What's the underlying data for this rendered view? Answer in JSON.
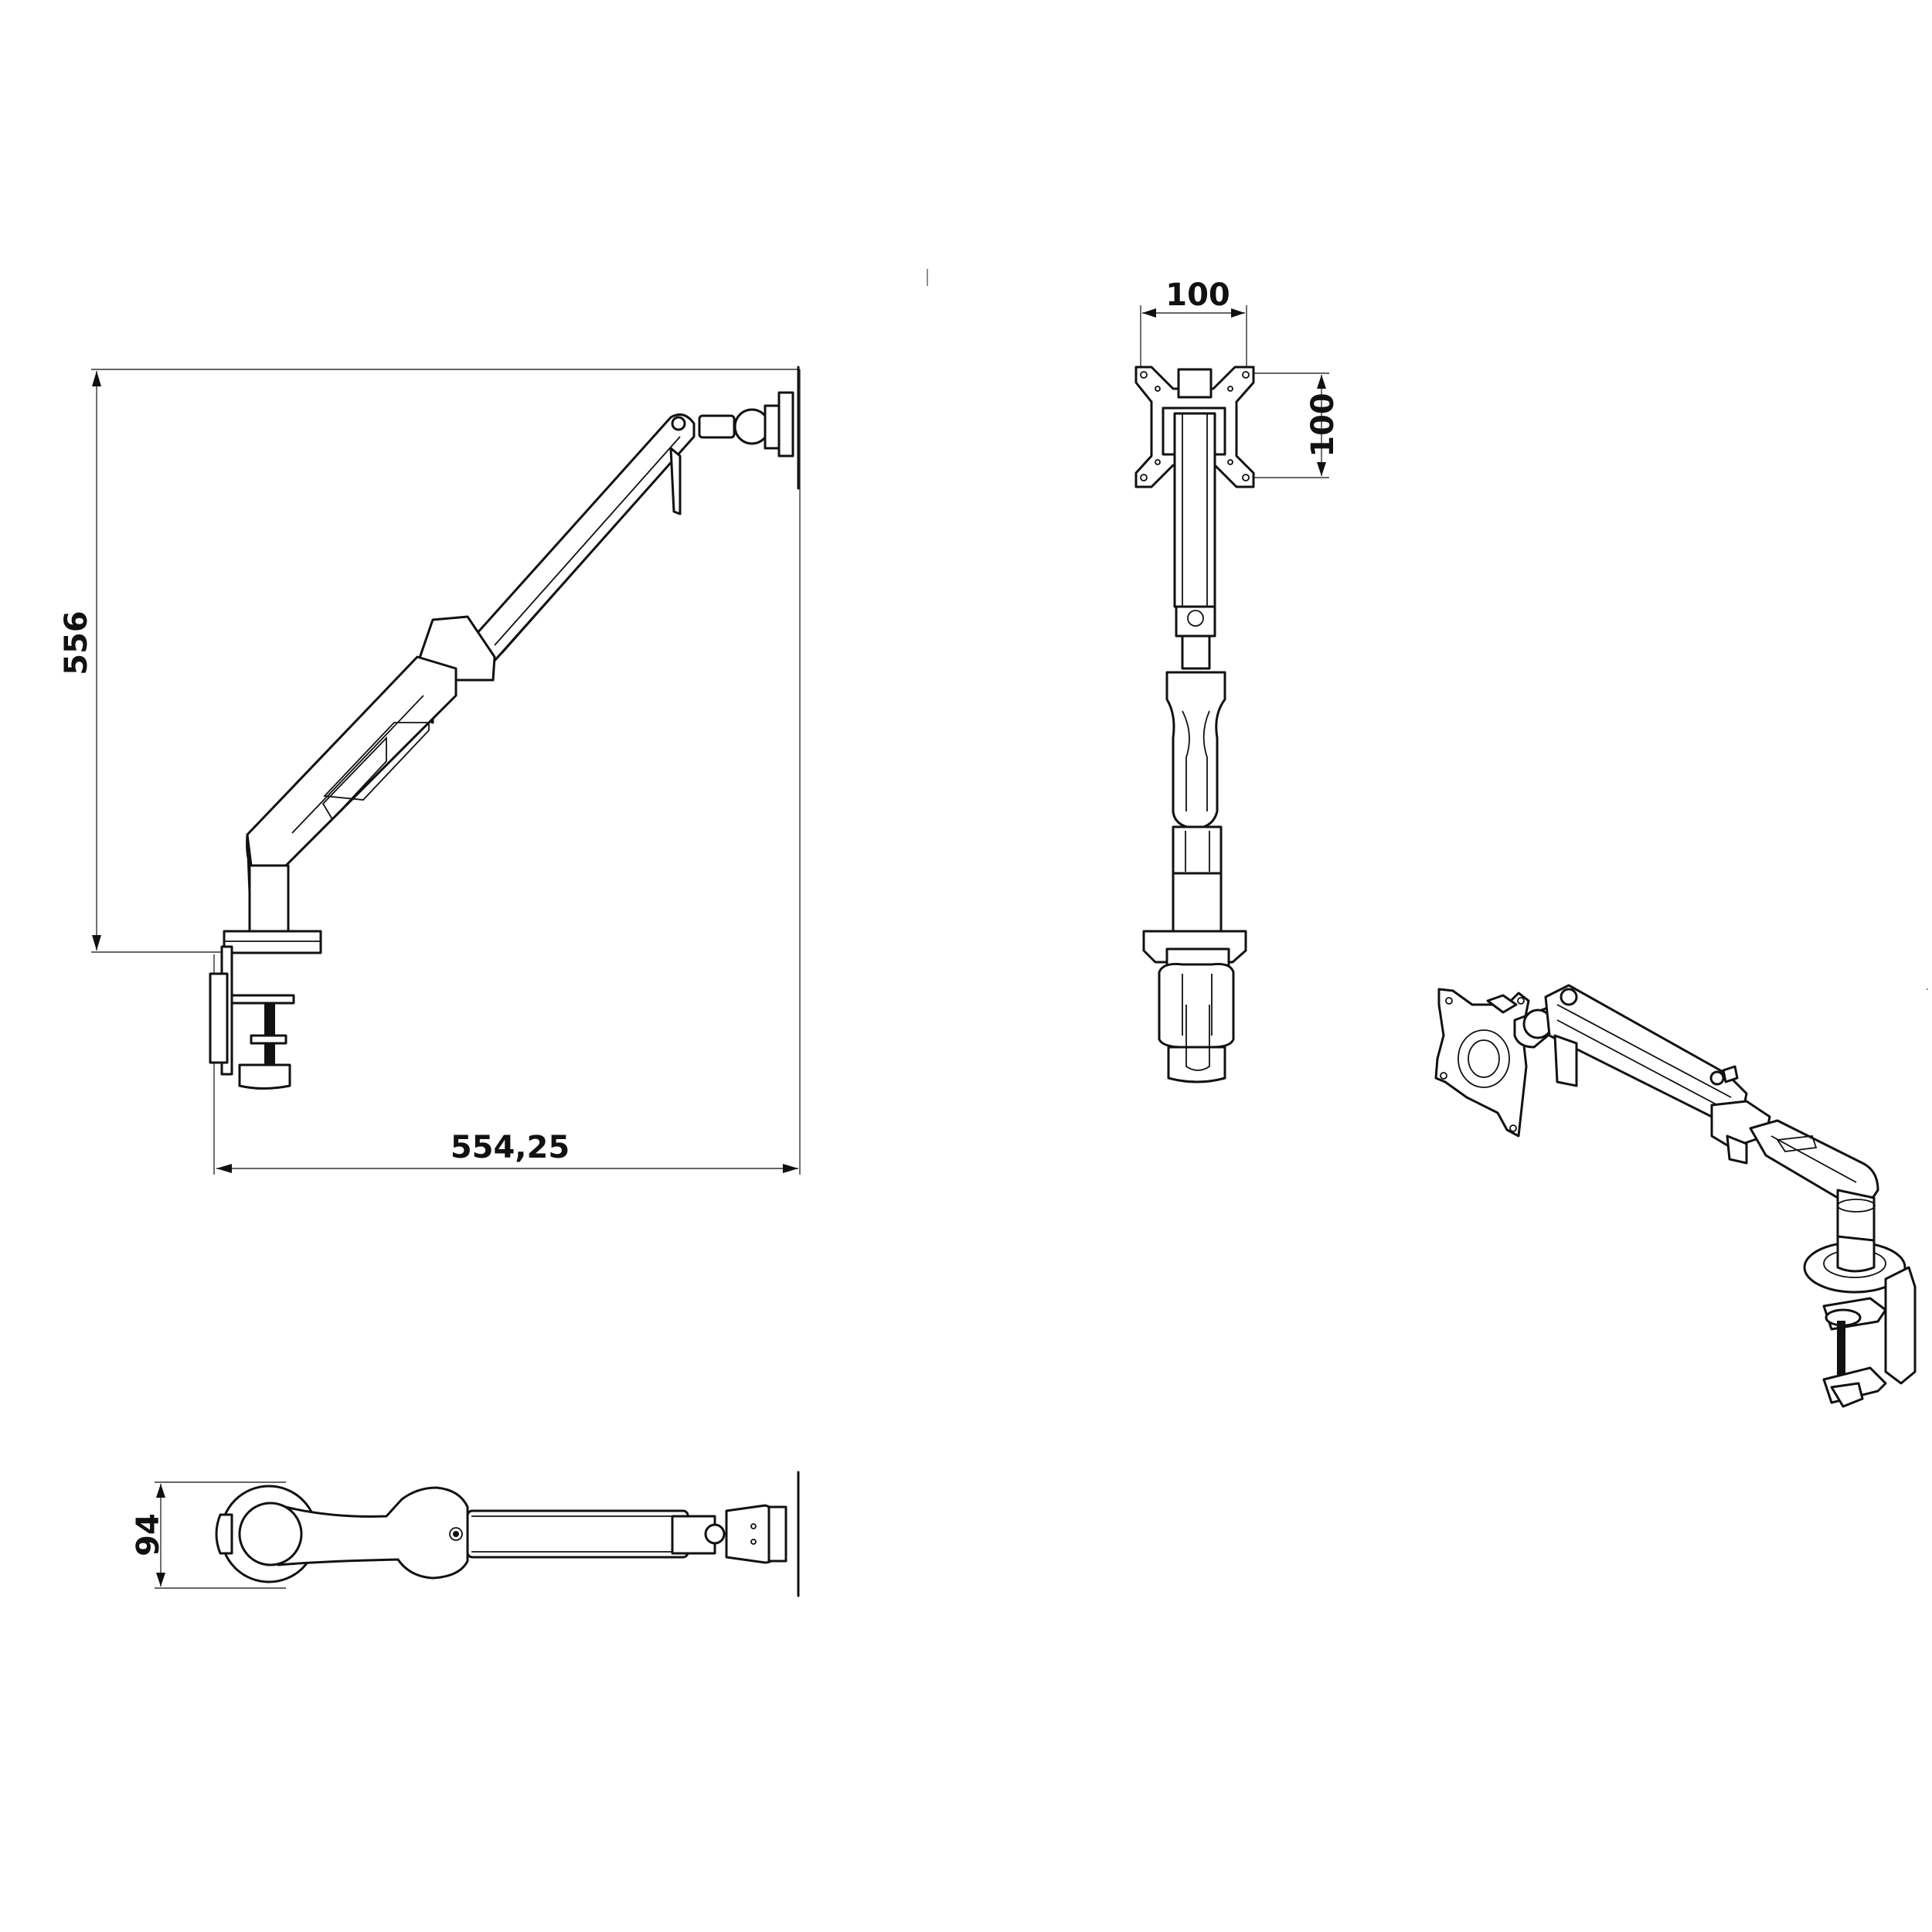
{
  "dimensions": {
    "side_height": "556",
    "side_width": "554,25",
    "front_hole_width": "100",
    "front_hole_height": "100",
    "top_depth": "94"
  },
  "views": [
    "side-view",
    "front-view",
    "top-view",
    "isometric-view"
  ]
}
